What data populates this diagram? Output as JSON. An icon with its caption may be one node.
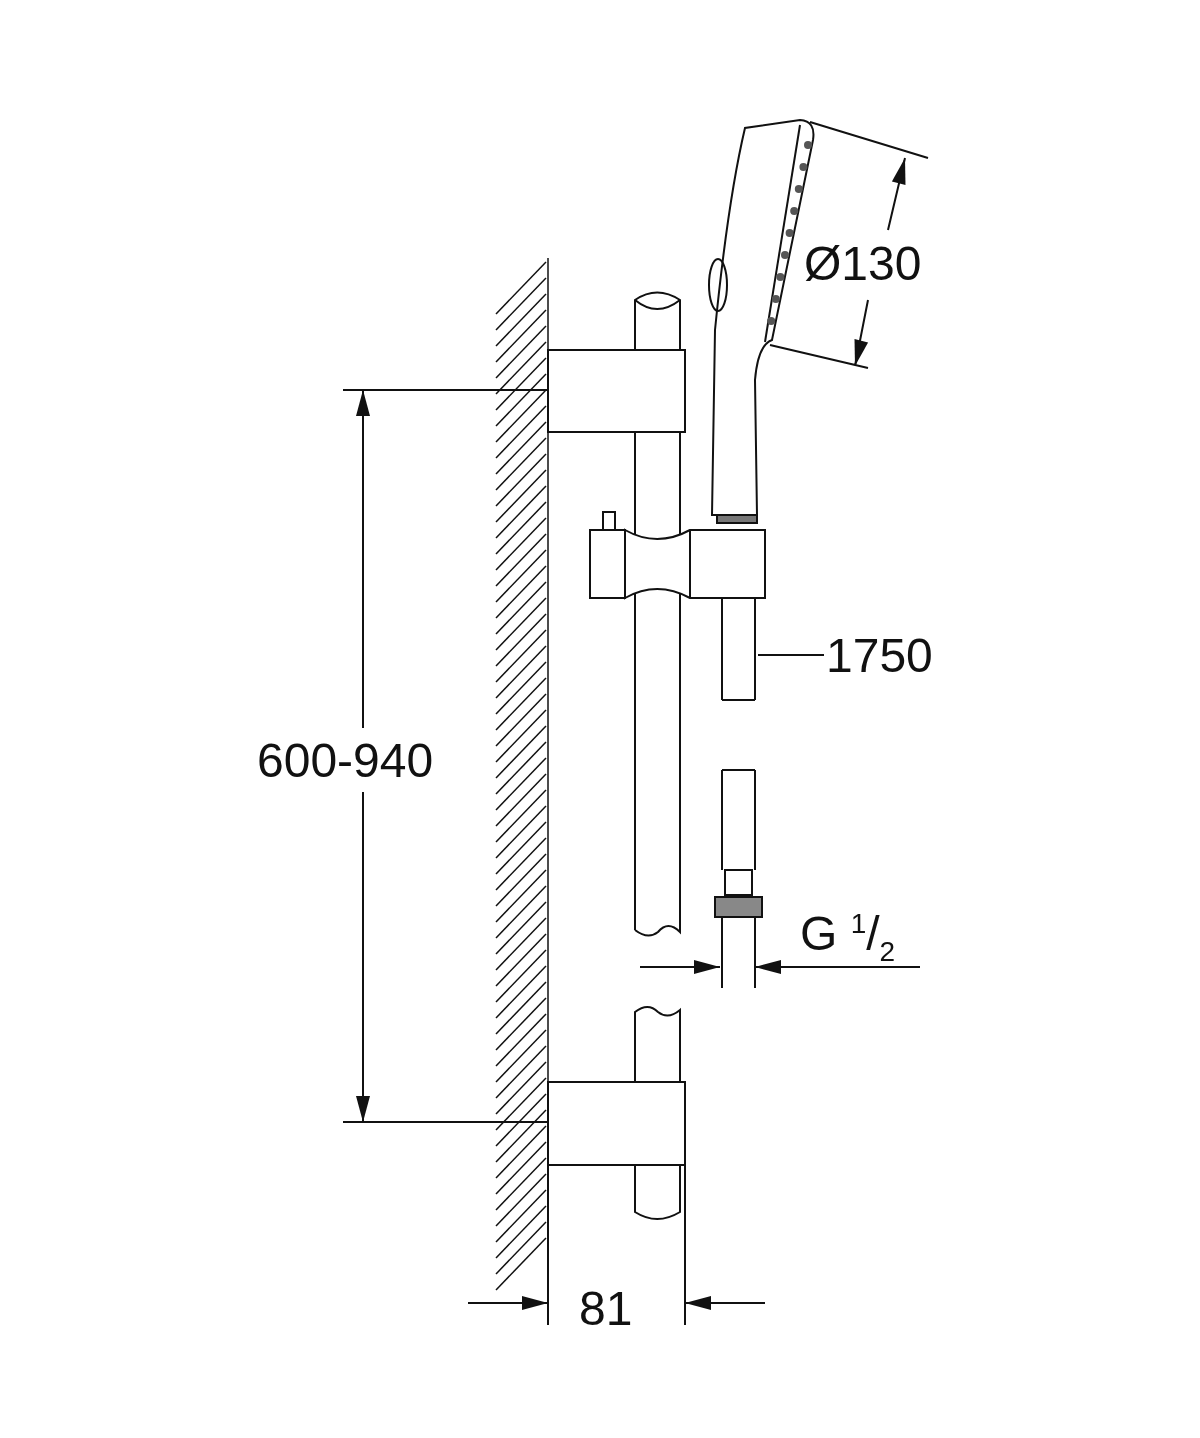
{
  "diagram": {
    "nodes": [
      {
        "text": [
          "1750"
        ]
      },
      {
        "text": [],
        "shape": "picture"
      }
    ],
    "edges": [
      {
        "from": 0,
        "to": 1,
        "arrow": "none"
      }
    ],
    "labels": [
      "Ø130",
      "600-940",
      "G $^{1}$/$_{2}$",
      "81"
    ]
  }
}
